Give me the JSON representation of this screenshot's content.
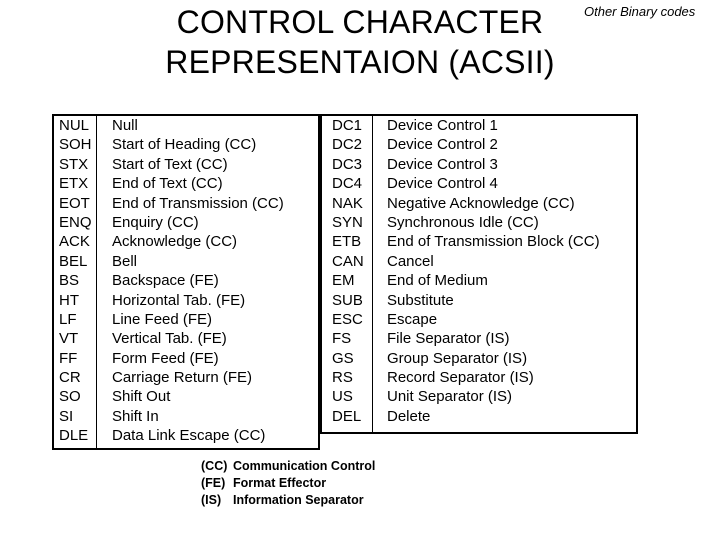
{
  "title_line1": "CONTROL CHARACTER",
  "title_line2": "REPRESENTAION (ACSII)",
  "corner_note": "Other Binary codes",
  "left_codes": [
    "NUL",
    "SOH",
    "STX",
    "ETX",
    "EOT",
    "ENQ",
    "ACK",
    "BEL",
    "BS",
    "HT",
    "LF",
    "VT",
    "FF",
    "CR",
    "SO",
    "SI",
    "DLE"
  ],
  "left_descriptions": [
    "Null",
    "Start of Heading (CC)",
    "Start of Text (CC)",
    "End of Text (CC)",
    "End of Transmission (CC)",
    "Enquiry (CC)",
    "Acknowledge (CC)",
    "Bell",
    "Backspace (FE)",
    "Horizontal Tab. (FE)",
    "Line Feed (FE)",
    "Vertical Tab. (FE)",
    "Form Feed (FE)",
    "Carriage Return (FE)",
    "Shift Out",
    "Shift In",
    "Data Link Escape (CC)"
  ],
  "right_codes": [
    "DC1",
    "DC2",
    "DC3",
    "DC4",
    "NAK",
    "SYN",
    "ETB",
    "CAN",
    "EM",
    "SUB",
    "ESC",
    "FS",
    "GS",
    "RS",
    "US",
    "DEL"
  ],
  "right_descriptions": [
    "Device Control 1",
    "Device Control 2",
    "Device Control 3",
    "Device Control 4",
    "Negative Acknowledge (CC)",
    "Synchronous Idle (CC)",
    "End of Transmission Block (CC)",
    "Cancel",
    "End of Medium",
    "Substitute",
    "Escape",
    "File Separator (IS)",
    "Group Separator (IS)",
    "Record Separator (IS)",
    "Unit Separator (IS)",
    "Delete"
  ],
  "legend": [
    {
      "abbr": "(CC)",
      "text": "Communication Control"
    },
    {
      "abbr": "(FE)",
      "text": "Format Effector"
    },
    {
      "abbr": "(IS)",
      "text": "Information Separator"
    }
  ]
}
